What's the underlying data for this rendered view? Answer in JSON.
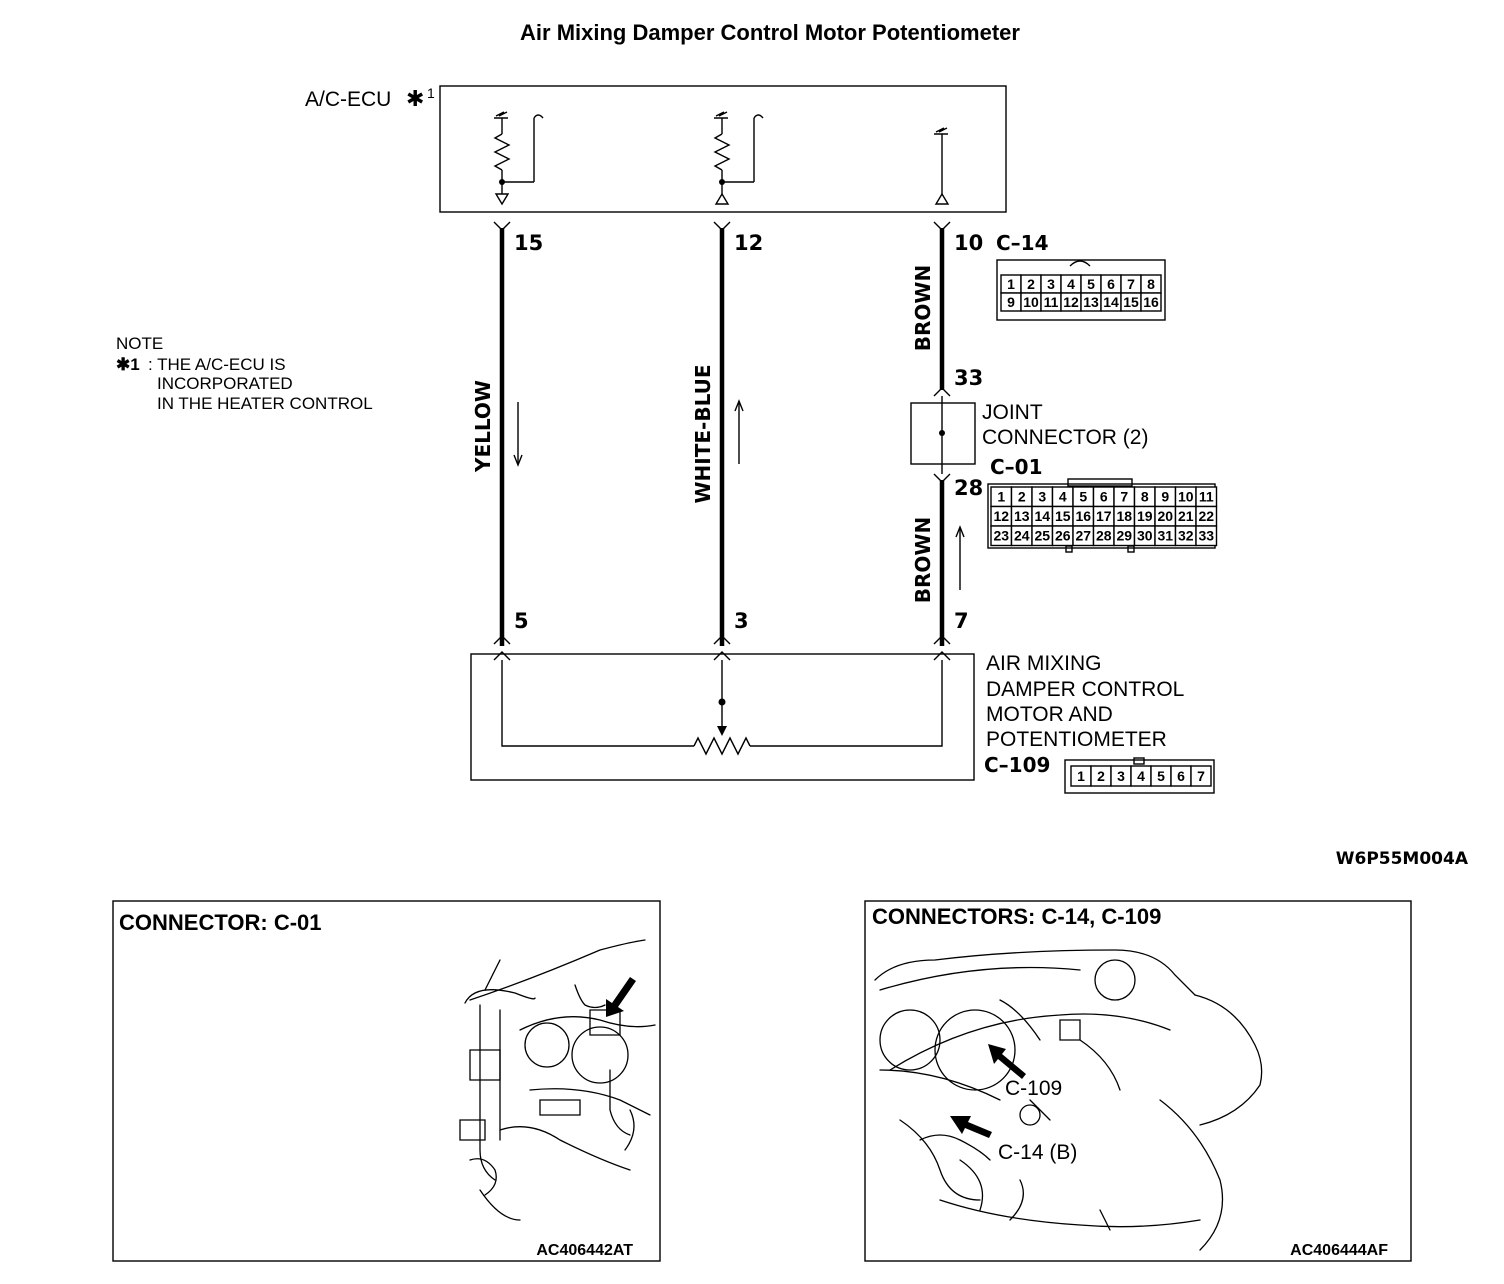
{
  "title": "Air Mixing Damper Control Motor Potentiometer",
  "ecu": {
    "label": "A/C-ECU",
    "mark": "✱",
    "mark_num": "1"
  },
  "note": {
    "heading": "NOTE",
    "mark": "✱1",
    "lines": [
      ": THE A/C-ECU IS",
      "INCORPORATED",
      "IN THE HEATER CONTROL"
    ]
  },
  "wires": {
    "yellow": {
      "label": "YELLOW",
      "top_pin": "15",
      "bottom_pin": "5"
    },
    "white_blue": {
      "label": "WHITE-BLUE",
      "top_pin": "12",
      "bottom_pin": "3"
    },
    "brown_upper": {
      "label": "BROWN",
      "top_pin": "10",
      "bottom_pin": "33"
    },
    "brown_lower": {
      "label": "BROWN",
      "top_pin": "28",
      "bottom_pin": "7"
    }
  },
  "connectors": {
    "c14": {
      "name": "C–14",
      "row1": [
        "1",
        "2",
        "3",
        "4",
        "5",
        "6",
        "7",
        "8"
      ],
      "row2": [
        "9",
        "10",
        "11",
        "12",
        "13",
        "14",
        "15",
        "16"
      ]
    },
    "c01": {
      "name": "C–01",
      "row1": [
        "1",
        "2",
        "3",
        "4",
        "5",
        "6",
        "7",
        "8",
        "9",
        "10",
        "11"
      ],
      "row2": [
        "12",
        "13",
        "14",
        "15",
        "16",
        "17",
        "18",
        "19",
        "20",
        "21",
        "22"
      ],
      "row3": [
        "23",
        "24",
        "25",
        "26",
        "27",
        "28",
        "29",
        "30",
        "31",
        "32",
        "33"
      ]
    },
    "c109": {
      "name": "C–109",
      "row1": [
        "1",
        "2",
        "3",
        "4",
        "5",
        "6",
        "7"
      ]
    }
  },
  "joint_connector": {
    "line1": "JOINT",
    "line2": "CONNECTOR (2)"
  },
  "motor": {
    "lines": [
      "AIR MIXING",
      "DAMPER CONTROL",
      "MOTOR AND",
      "POTENTIOMETER"
    ]
  },
  "figure_code": "W6P55M004A",
  "panels": {
    "left": {
      "title": "CONNECTOR: C-01",
      "code": "AC406442AT"
    },
    "right": {
      "title": "CONNECTORS: C-14, C-109",
      "code": "AC406444AF",
      "callout_c109": "C-109",
      "callout_c14": "C-14 (B)"
    }
  }
}
